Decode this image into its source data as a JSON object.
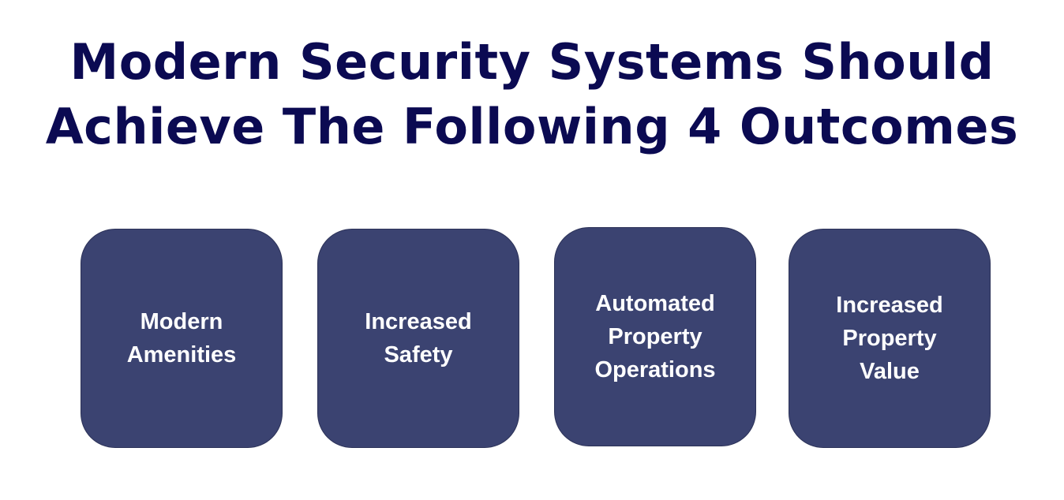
{
  "title": {
    "line1": "Modern Security Systems Should",
    "line2": "Achieve The Following 4 Outcomes"
  },
  "outcomes": [
    {
      "label": "Modern\nAmenities"
    },
    {
      "label": "Increased\nSafety"
    },
    {
      "label": "Automated\nProperty\nOperations"
    },
    {
      "label": "Increased\nProperty\nValue"
    }
  ],
  "colors": {
    "title": "#0b0a52",
    "box_fill": "#3b4371",
    "box_text": "#ffffff",
    "background": "#ffffff"
  }
}
